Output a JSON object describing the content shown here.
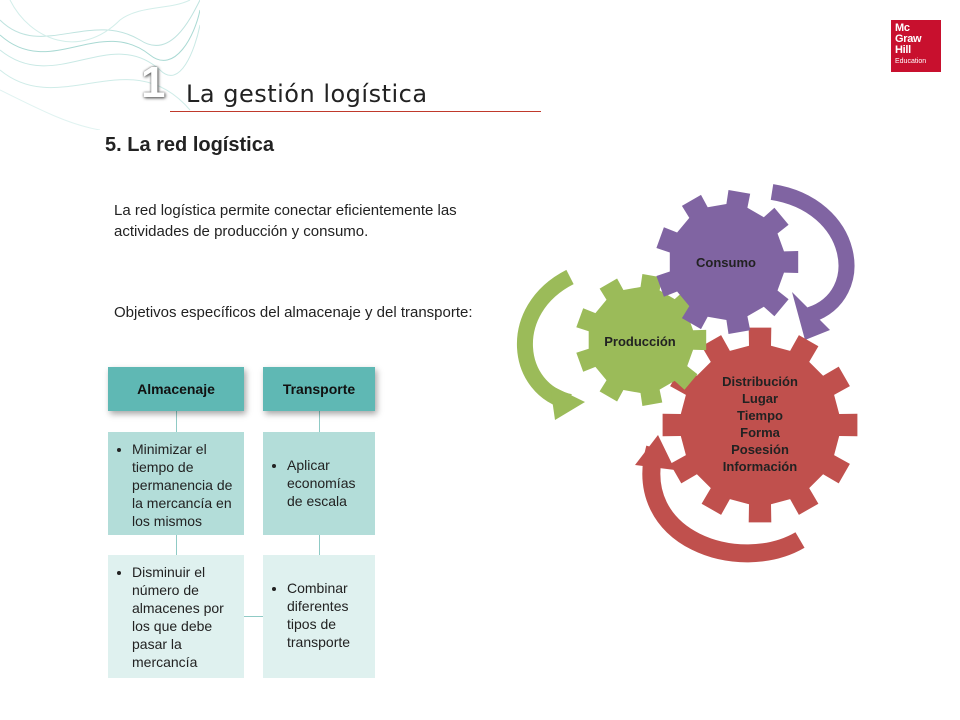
{
  "header": {
    "chapter_number": "1",
    "chapter_title": "La gestión logística",
    "logo_lines": [
      "Mc",
      "Graw",
      "Hill",
      "Education"
    ]
  },
  "section_title": "5. La red logística",
  "paragraphs": [
    "La red logística permite conectar eficientemente las actividades de producción y consumo.",
    "Objetivos específicos del almacenaje y del transporte:"
  ],
  "table": {
    "columns": [
      {
        "header": "Almacenaje",
        "items": [
          "Minimizar el tiempo de permanencia de la mercancía en los mismos",
          "Disminuir el número de almacenes por los que debe pasar la mercancía"
        ]
      },
      {
        "header": "Transporte",
        "items": [
          "Aplicar economías de escala",
          "Combinar diferentes tipos de transporte"
        ]
      }
    ]
  },
  "cycle": {
    "gears": [
      {
        "label": "Consumo",
        "color": "#8064a2"
      },
      {
        "label": "Producción",
        "color": "#9bbb59"
      },
      {
        "label_lines": [
          "Distribución",
          "Lugar",
          "Tiempo",
          "Forma",
          "Posesión",
          "Información"
        ],
        "color": "#c0504d"
      }
    ]
  },
  "colors": {
    "teal_header": "#5fb8b4",
    "teal_light": "#b3ddd9",
    "teal_lighter": "#dff1ef",
    "accent_red": "#c0392b",
    "logo_red": "#c8102e"
  }
}
